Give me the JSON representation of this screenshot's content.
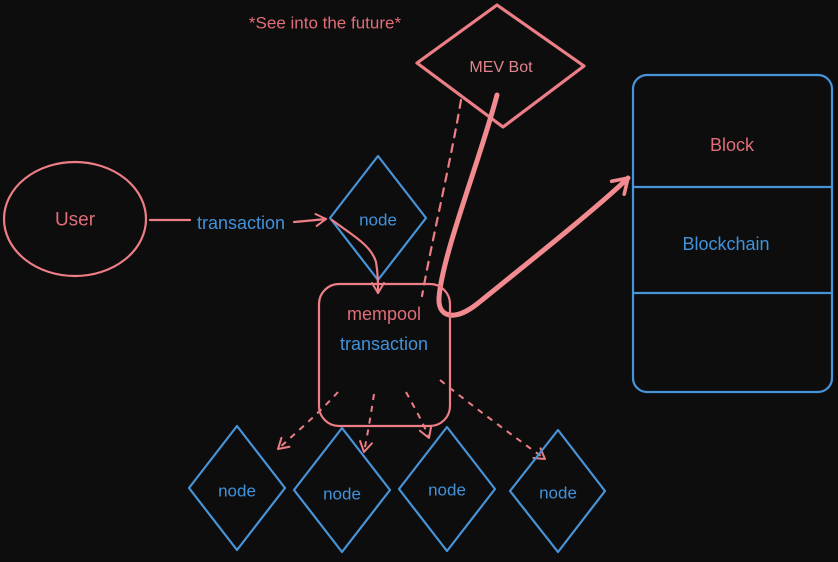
{
  "colors": {
    "background": "#0d0d0e",
    "red": "#ee7e86",
    "red_thick": "#f18b90",
    "red_text": "#e06d78",
    "blue": "#4794d8",
    "blue_text": "#4292da",
    "hatch": "#6e3b41",
    "mev_text": "#e0848c"
  },
  "annotation": {
    "text": "*See into the future*"
  },
  "actors": {
    "user": {
      "label": "User"
    },
    "mev_bot": {
      "label": "MEV Bot"
    },
    "entry_node": {
      "label": "node"
    },
    "mempool": {
      "title": "mempool",
      "subtitle": "transaction"
    },
    "blockchain": {
      "block_label": "Block",
      "chain_label": "Blockchain"
    },
    "peer_nodes": [
      {
        "label": "node"
      },
      {
        "label": "node"
      },
      {
        "label": "node"
      },
      {
        "label": "node"
      }
    ]
  },
  "edges": {
    "user_to_node_label": "transaction"
  }
}
